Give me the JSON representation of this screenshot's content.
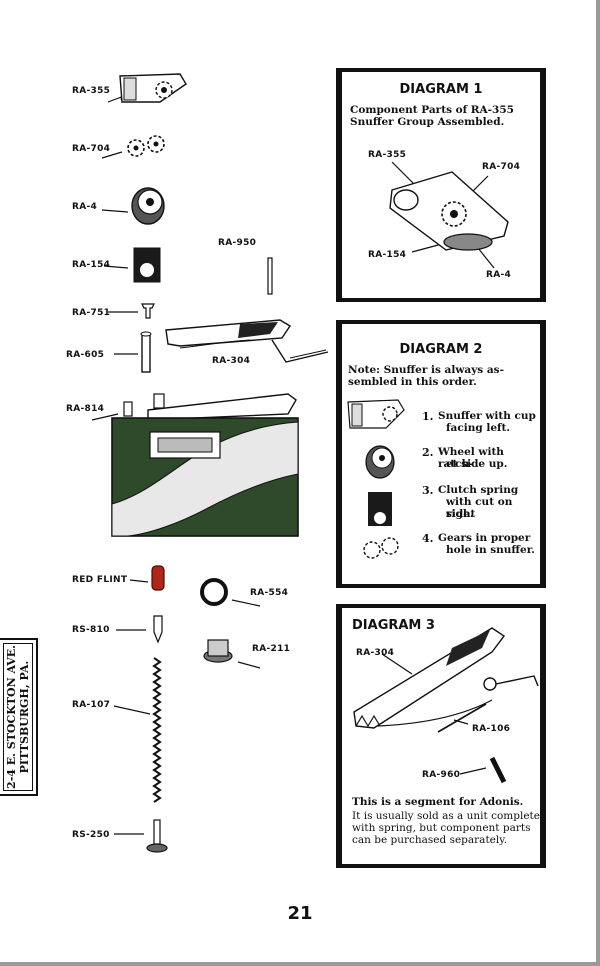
{
  "parts_labels": {
    "ra355": "RA-355",
    "ra704": "RA-704",
    "ra4": "RA-4",
    "ra154": "RA-154",
    "ra950": "RA-950",
    "ra751": "RA-751",
    "ra605": "RA-605",
    "ra304": "RA-304",
    "ra814": "RA-814",
    "red_flint": "RED FLINT",
    "ra554": "RA-554",
    "rs810": "RS-810",
    "ra211": "RA-211",
    "ra107": "RA-107",
    "rs250": "RS-250"
  },
  "diagram1": {
    "title": "DIAGRAM 1",
    "caption_line1": "Component Parts of RA-355",
    "caption_line2": "Snuffer Group Assembled.",
    "labels": {
      "ra355": "RA-355",
      "ra704": "RA-704",
      "ra154": "RA-154",
      "ra4": "RA-4"
    }
  },
  "diagram2": {
    "title": "DIAGRAM 2",
    "note_line1": "Note: Snuffer is always as-",
    "note_line2": "sembled in this order.",
    "steps": [
      {
        "num": "1.",
        "line1": "Snuffer with cup",
        "line2": "facing left."
      },
      {
        "num": "2.",
        "line1": "Wheel with ratch-",
        "line2": "et side up."
      },
      {
        "num": "3.",
        "line1": "Clutch spring",
        "line2": "with cut on right",
        "line3": "side."
      },
      {
        "num": "4.",
        "line1": "Gears in proper",
        "line2": "hole in snuffer."
      }
    ]
  },
  "diagram3": {
    "title": "DIAGRAM 3",
    "labels": {
      "ra304": "RA-304",
      "ra106": "RA-106",
      "ra960": "RA-960"
    },
    "caption_line1": "This is a segment for Adonis.",
    "caption_line2": "It is usually sold as a unit complete",
    "caption_line3": "with spring, but component parts",
    "caption_line4": "can be purchased separately."
  },
  "stamp": {
    "line1": "2-4 E. STOCKTON AVE.",
    "line2": "PITTSBURGH, PA."
  },
  "page_number": "21",
  "colors": {
    "lighter_body": "#2f4a2a",
    "flint": "#b0271a",
    "ink": "#111111"
  }
}
